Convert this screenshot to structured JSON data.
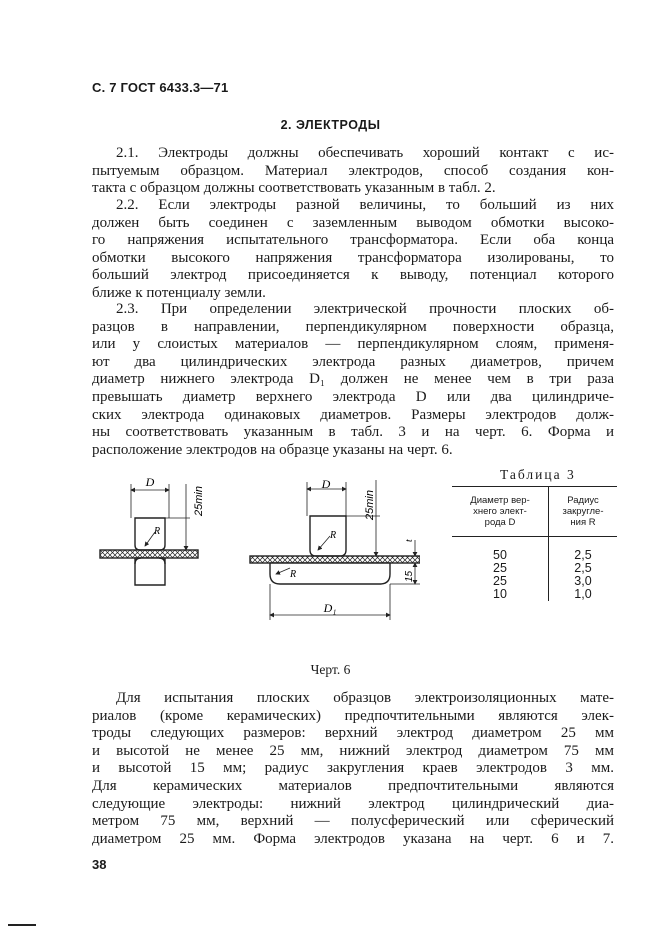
{
  "header": "С. 7 ГОСТ 6433.3—71",
  "section_title": "2. ЭЛЕКТРОДЫ",
  "paragraphs": {
    "p1": [
      "2.1. Электроды должны обеспечивать хороший контакт с ис-",
      "пытуемым образцом. Материал электродов, способ создания кон-",
      "такта с образцом должны соответствовать указанным в табл. 2."
    ],
    "p2": [
      "2.2. Если электроды разной величины, то больший из них",
      "должен быть соединен с заземленным выводом обмотки высоко-",
      "го напряжения испытательного трансформатора. Если оба конца",
      "обмотки высокого напряжения трансформатора изолированы, то",
      "больший электрод присоединяется к выводу, потенциал которого",
      "ближе к потенциалу земли."
    ],
    "p3": [
      "2.3. При определении электрической прочности плоских об-",
      "разцов в направлении, перпендикулярном поверхности образца,",
      "или у слоистых материалов — перпендикулярном слоям, применя-",
      "ют два цилиндрических электрода разных диаметров, причем",
      "диаметр нижнего электрода D₁ должен не менее чем в три раза",
      "превышать диаметр верхнего электрода D или два цилиндриче-",
      "ских электрода одинаковых диаметров. Размеры электродов долж-",
      "ны соответствовать указанным в табл. 3 и на черт. 6. Форма и",
      "расположение электродов на образце указаны на черт. 6."
    ],
    "p4": [
      "Для испытания плоских образцов электроизоляционных мате-",
      "риалов (кроме керамических) предпочтительными являются элек-",
      "троды следующих размеров: верхний электрод диаметром 25 мм",
      "и высотой не менее 25 мм, нижний электрод диаметром 75 мм",
      "и высотой 15 мм; радиус закругления краев электродов 3 мм.",
      "Для керамических материалов предпочтительными являются",
      "следующие электроды: нижний электрод цилиндрический диа-",
      "метром 75 мм, верхний — полусферический или сферический",
      "диаметром 25 мм. Форма электродов указана на черт. 6 и 7."
    ]
  },
  "table": {
    "title": "Таблица 3",
    "headers": [
      "Диаметр вер-\nхнего элект-\nрода D",
      "Радиус\nзакругле-\nния R"
    ],
    "rows": [
      [
        "50",
        "2,5"
      ],
      [
        "25",
        "2,5"
      ],
      [
        "25",
        "3,0"
      ],
      [
        "10",
        "1,0"
      ]
    ]
  },
  "figure": {
    "labels": {
      "d": "D",
      "d1": "D₁",
      "r": "R",
      "h25": "25min",
      "t": "t",
      "h15": "15"
    }
  },
  "caption": "Черт. 6",
  "page_number": "38"
}
